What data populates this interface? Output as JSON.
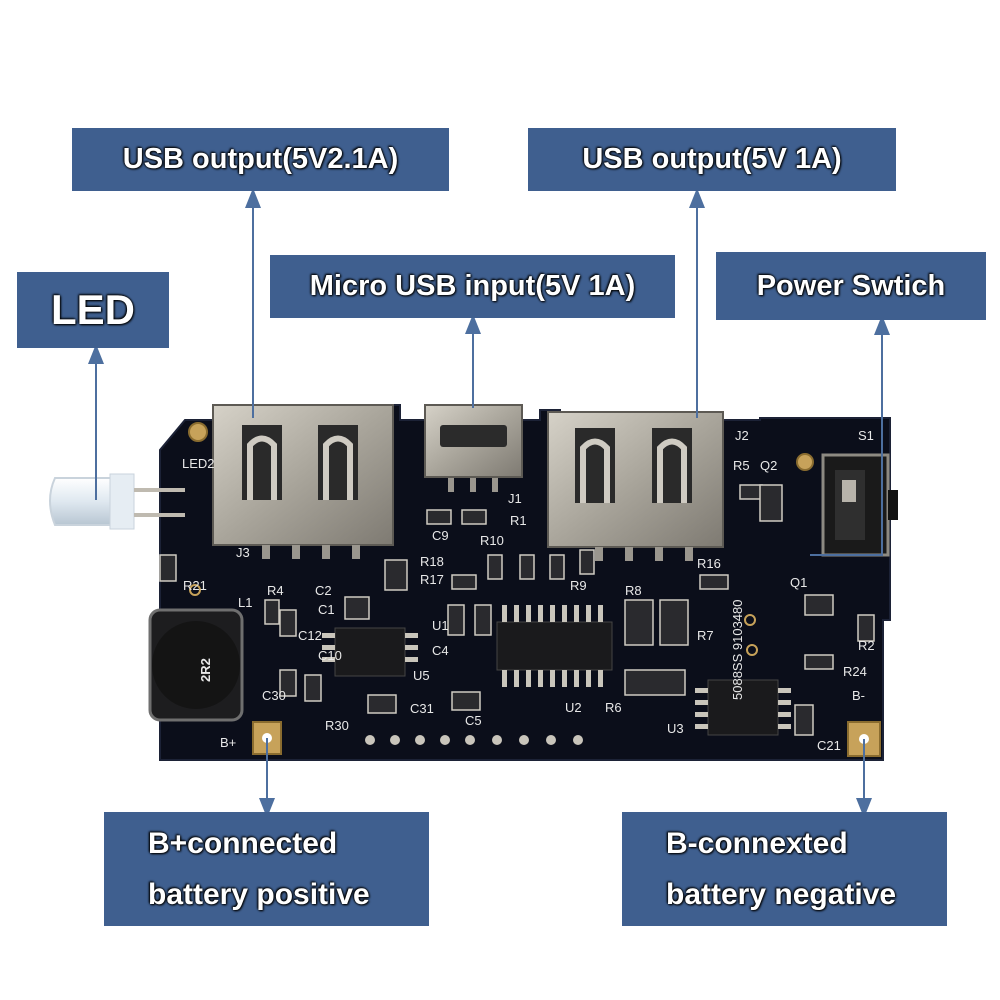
{
  "labels": {
    "usb_out_1": "USB output(5V2.1A)",
    "usb_out_2": "USB output(5V 1A)",
    "micro_usb": "Micro USB input(5V 1A)",
    "led": "LED",
    "power_switch": "Power Swtich",
    "b_plus": [
      "B+connected",
      "battery positive"
    ],
    "b_minus": [
      "B-connexted",
      "battery negative"
    ]
  },
  "board_markings": {
    "inductor": "2R2",
    "ic_u3": "5088SS 9103480",
    "b_plus_pad": "B+",
    "b_minus_pad": "B-",
    "refs": [
      "LED2",
      "J3",
      "J1",
      "J2",
      "S1",
      "Q2",
      "R5",
      "Q1",
      "R1",
      "R10",
      "C9",
      "R18",
      "R17",
      "R9",
      "R16",
      "R8",
      "R7",
      "R21",
      "R4",
      "C2",
      "C1",
      "L1",
      "C12",
      "C10",
      "C30",
      "R30",
      "C31",
      "C5",
      "U5",
      "U1",
      "C4",
      "U2",
      "R6",
      "U3",
      "C21",
      "R24",
      "R2"
    ]
  },
  "colors": {
    "label_bg": "#3f5f8f",
    "arrow": "#4d6f9f",
    "pcb": "#0b0e1a"
  }
}
